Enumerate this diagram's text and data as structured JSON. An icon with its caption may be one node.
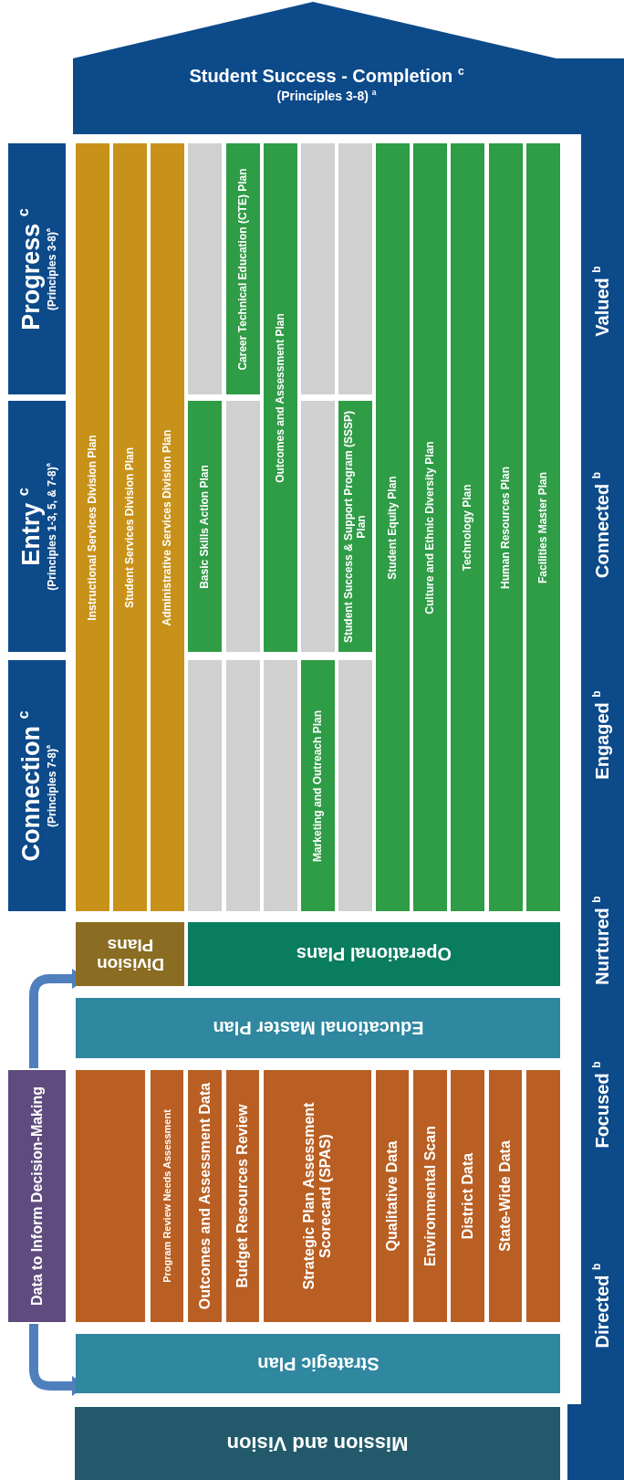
{
  "diagram": {
    "nodes": [
      {
        "text": [
          "Student Success - Completion $^{c}$",
          "(Principles  3-8) $^{a}$"
        ]
      },
      {
        "text": [
          "Progress $^{c}$",
          "(Principles 3-8)$^{a}$"
        ]
      },
      {
        "text": [
          "Entry $^{c}$",
          "(Principles 1-3, 5, & 7-8)$^{a}$"
        ]
      },
      {
        "text": [
          "Connection $^{c}$",
          "(Principles 7-8)$^{a}$"
        ]
      },
      {
        "text": [
          "Instructional Services Division Plan"
        ]
      },
      {
        "text": [
          "Student Services Division Plan"
        ]
      },
      {
        "text": [
          "Administrative Services Division Plan"
        ]
      },
      {
        "text": [],
        "shape": "box"
      },
      {
        "text": [
          "Basic Skills Action Plan"
        ]
      },
      {
        "text": [],
        "shape": "box"
      },
      {
        "text": [
          "Career Technical Education (CTE) Plan"
        ]
      },
      {
        "text": [],
        "shape": "box"
      },
      {
        "text": [],
        "shape": "box"
      },
      {
        "text": [
          "Outcomes and Assessment Plan"
        ]
      },
      {
        "text": [],
        "shape": "box"
      },
      {
        "text": [],
        "shape": "box"
      },
      {
        "text": [],
        "shape": "box"
      },
      {
        "text": [
          "Marketing and Outreach Plan"
        ]
      },
      {
        "text": [],
        "shape": "box"
      },
      {
        "text": [
          "Student Success & Support Program (SSSP) Plan"
        ]
      },
      {
        "text": [],
        "shape": "box"
      },
      {
        "text": [
          "Student Equity Plan"
        ]
      },
      {
        "text": [
          "Culture and Ethnic Diversity Plan"
        ]
      },
      {
        "text": [
          "Technology Plan"
        ]
      },
      {
        "text": [
          "Human Resources Plan"
        ]
      },
      {
        "text": [
          "Facilities Master Plan"
        ]
      },
      {
        "text": [
          "Division Plans"
        ]
      },
      {
        "text": [
          "Operational Plans"
        ]
      },
      {
        "text": [
          "Educational Master Plan"
        ]
      },
      {
        "text": [
          "Data to Inform Decision-Making"
        ]
      },
      {
        "text": [],
        "shape": "box"
      },
      {
        "text": [
          "Program Review Needs Assessment"
        ]
      },
      {
        "text": [
          "Outcomes and Assessment Data"
        ]
      },
      {
        "text": [
          "Budget Resources Review"
        ]
      },
      {
        "text": [
          "Strategic Plan Assessment Scorecard (SPAS)"
        ]
      },
      {
        "text": [
          "Qualitative Data"
        ]
      },
      {
        "text": [
          "Environmental Scan"
        ]
      },
      {
        "text": [
          "District Data"
        ]
      },
      {
        "text": [
          "State-Wide Data"
        ]
      },
      {
        "text": [],
        "shape": "box"
      },
      {
        "text": [
          "Strategic Plan"
        ]
      },
      {
        "text": [
          "Mission and Vision"
        ]
      }
    ],
    "edges": [
      {
        "from": 29,
        "to": 26,
        "arrow": "to"
      },
      {
        "from": 29,
        "to": 40,
        "arrow": "to"
      }
    ],
    "labels": [
      "Valued $^{b}$",
      "Connected $^{b}$",
      "Engaged $^{b}$",
      "Nurtured $^{b}$",
      "Focused $^{b}$",
      "Directed $^{b}$"
    ]
  }
}
